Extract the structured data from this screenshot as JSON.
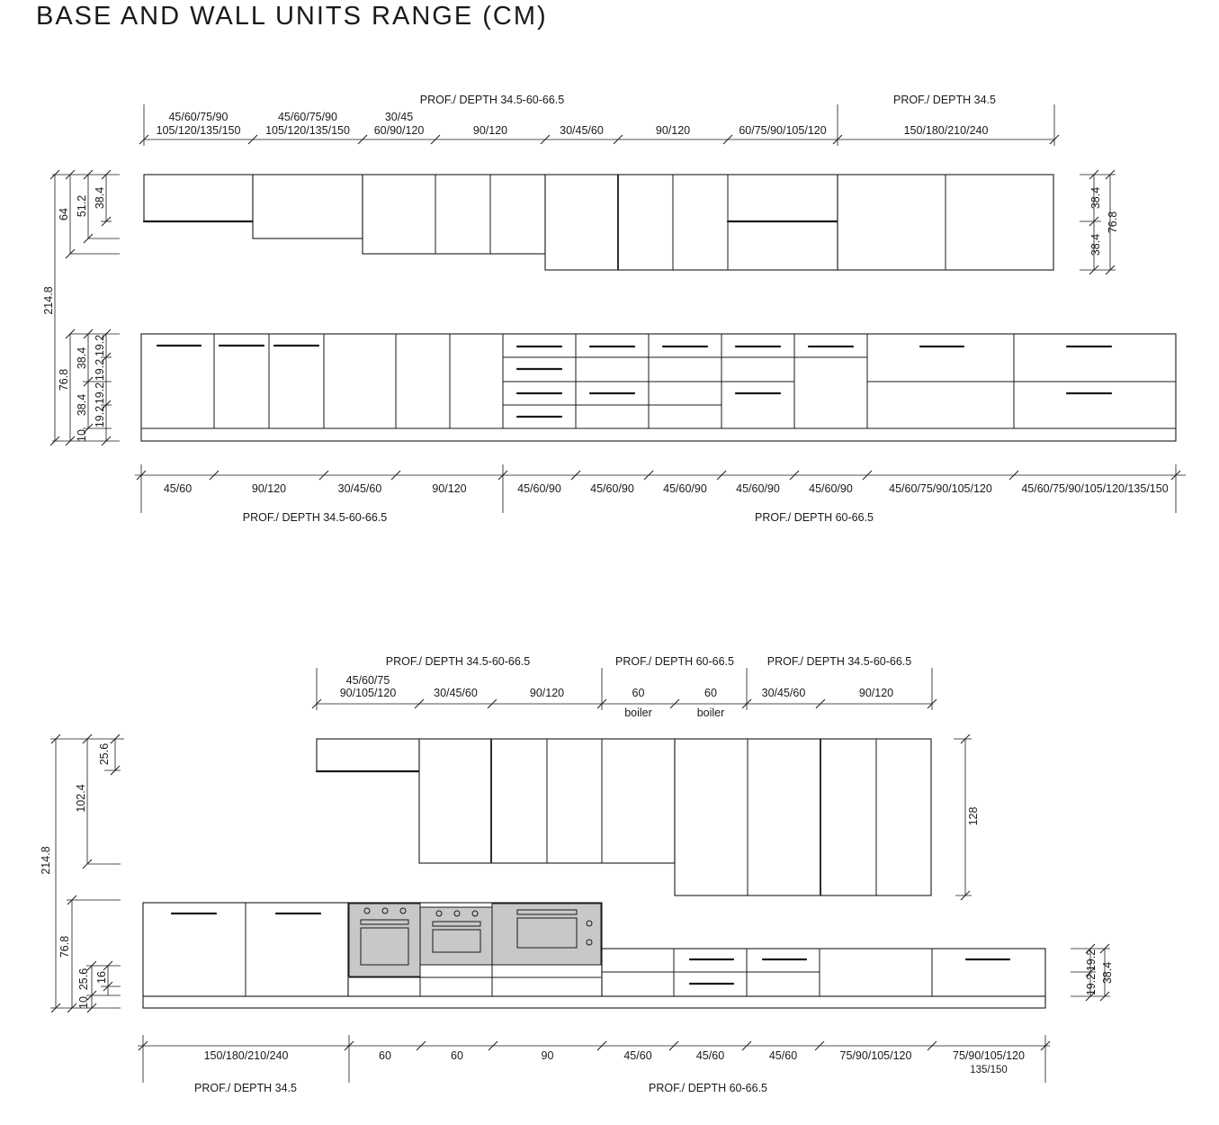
{
  "title": "BASE AND WALL UNITS RANGE (CM)",
  "d1": {
    "wall_depth_left": "PROF./ DEPTH 34.5-60-66.5",
    "wall_depth_right": "PROF./ DEPTH 34.5",
    "wall_widths": [
      [
        "45/60/75/90",
        "105/120/135/150"
      ],
      [
        "45/60/75/90",
        "105/120/135/150"
      ],
      [
        "30/45",
        "60/90/120"
      ],
      [
        "90/120"
      ],
      [
        "30/45/60"
      ],
      [
        "90/120"
      ],
      [
        "60/75/90/105/120"
      ],
      [
        "150/180/210/240"
      ]
    ],
    "left_heights": [
      "64",
      "51.2",
      "38.4",
      "214.8",
      "76.8",
      "38.4",
      "38.4",
      "19.2",
      "19.2",
      "19.2",
      "19.2",
      "10"
    ],
    "right_heights": [
      "38.4",
      "38.4",
      "76.8"
    ],
    "base_widths": [
      "45/60",
      "90/120",
      "30/45/60",
      "90/120",
      "45/60/90",
      "45/60/90",
      "45/60/90",
      "45/60/90",
      "45/60/90",
      "45/60/75/90/105/120",
      "45/60/75/90/105/120/135/150"
    ],
    "base_depth_left": "PROF./ DEPTH 34.5-60-66.5",
    "base_depth_right": "PROF./ DEPTH 60-66.5"
  },
  "d2": {
    "wall_depth_1": "PROF./ DEPTH 34.5-60-66.5",
    "wall_depth_2": "PROF./ DEPTH 60-66.5",
    "wall_depth_3": "PROF./ DEPTH 34.5-60-66.5",
    "wall_widths": [
      [
        "45/60/75",
        "90/105/120"
      ],
      [
        "30/45/60"
      ],
      [
        "90/120"
      ],
      [
        "60",
        "boiler"
      ],
      [
        "60",
        "boiler"
      ],
      [
        "30/45/60"
      ],
      [
        "90/120"
      ]
    ],
    "left_heights": [
      "25.6",
      "102.4",
      "214.8",
      "76.8",
      "25.6",
      "16",
      "10"
    ],
    "right_height_tall": "128",
    "right_heights": [
      "19.2",
      "19.2",
      "38.4"
    ],
    "base_widths": [
      [
        "150/180/210/240"
      ],
      [
        "60"
      ],
      [
        "60"
      ],
      [
        "90"
      ],
      [
        "45/60"
      ],
      [
        "45/60"
      ],
      [
        "45/60"
      ],
      [
        "75/90/105/120"
      ],
      [
        "75/90/105/120",
        "135/150"
      ]
    ],
    "base_depth_left": "PROF./ DEPTH 34.5",
    "base_depth_right": "PROF./ DEPTH 60-66.5"
  }
}
